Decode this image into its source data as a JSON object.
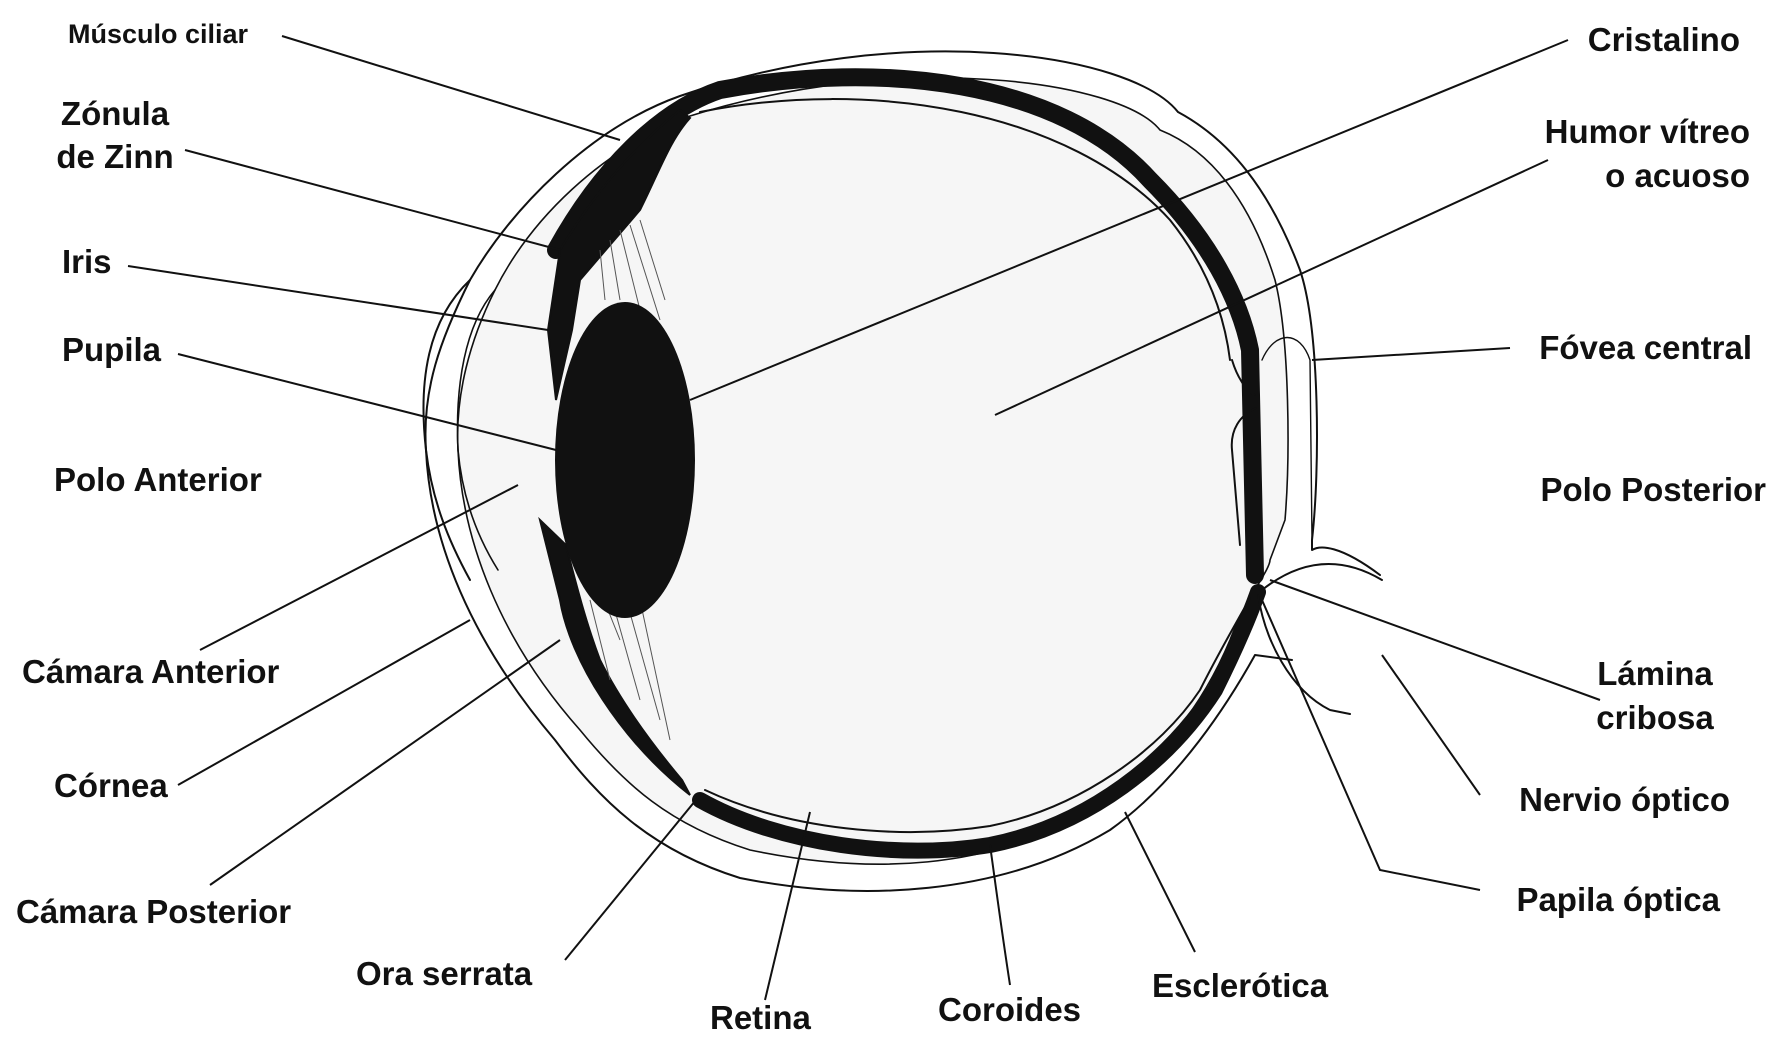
{
  "colors": {
    "ink": "#111111",
    "paper": "#ffffff",
    "tissue": "#f1f1f1"
  },
  "labels": {
    "musculo_ciliar": "Músculo ciliar",
    "zonula_line1": "Zónula",
    "zonula_line2": "de Zinn",
    "iris": "Iris",
    "pupila": "Pupila",
    "polo_anterior": "Polo Anterior",
    "camara_anterior": "Cámara Anterior",
    "cornea": "Córnea",
    "camara_posterior": "Cámara Posterior",
    "ora_serrata": "Ora serrata",
    "retina": "Retina",
    "coroides": "Coroides",
    "esclerotica": "Esclerótica",
    "cristalino": "Cristalino",
    "humor_line1": "Humor vítreo",
    "humor_line2": "o acuoso",
    "fovea_central": "Fóvea central",
    "polo_posterior": "Polo Posterior",
    "lamina_line1": "Lámina",
    "lamina_line2": "cribosa",
    "nervio_optico": "Nervio óptico",
    "papila_optica": "Papila óptica"
  }
}
